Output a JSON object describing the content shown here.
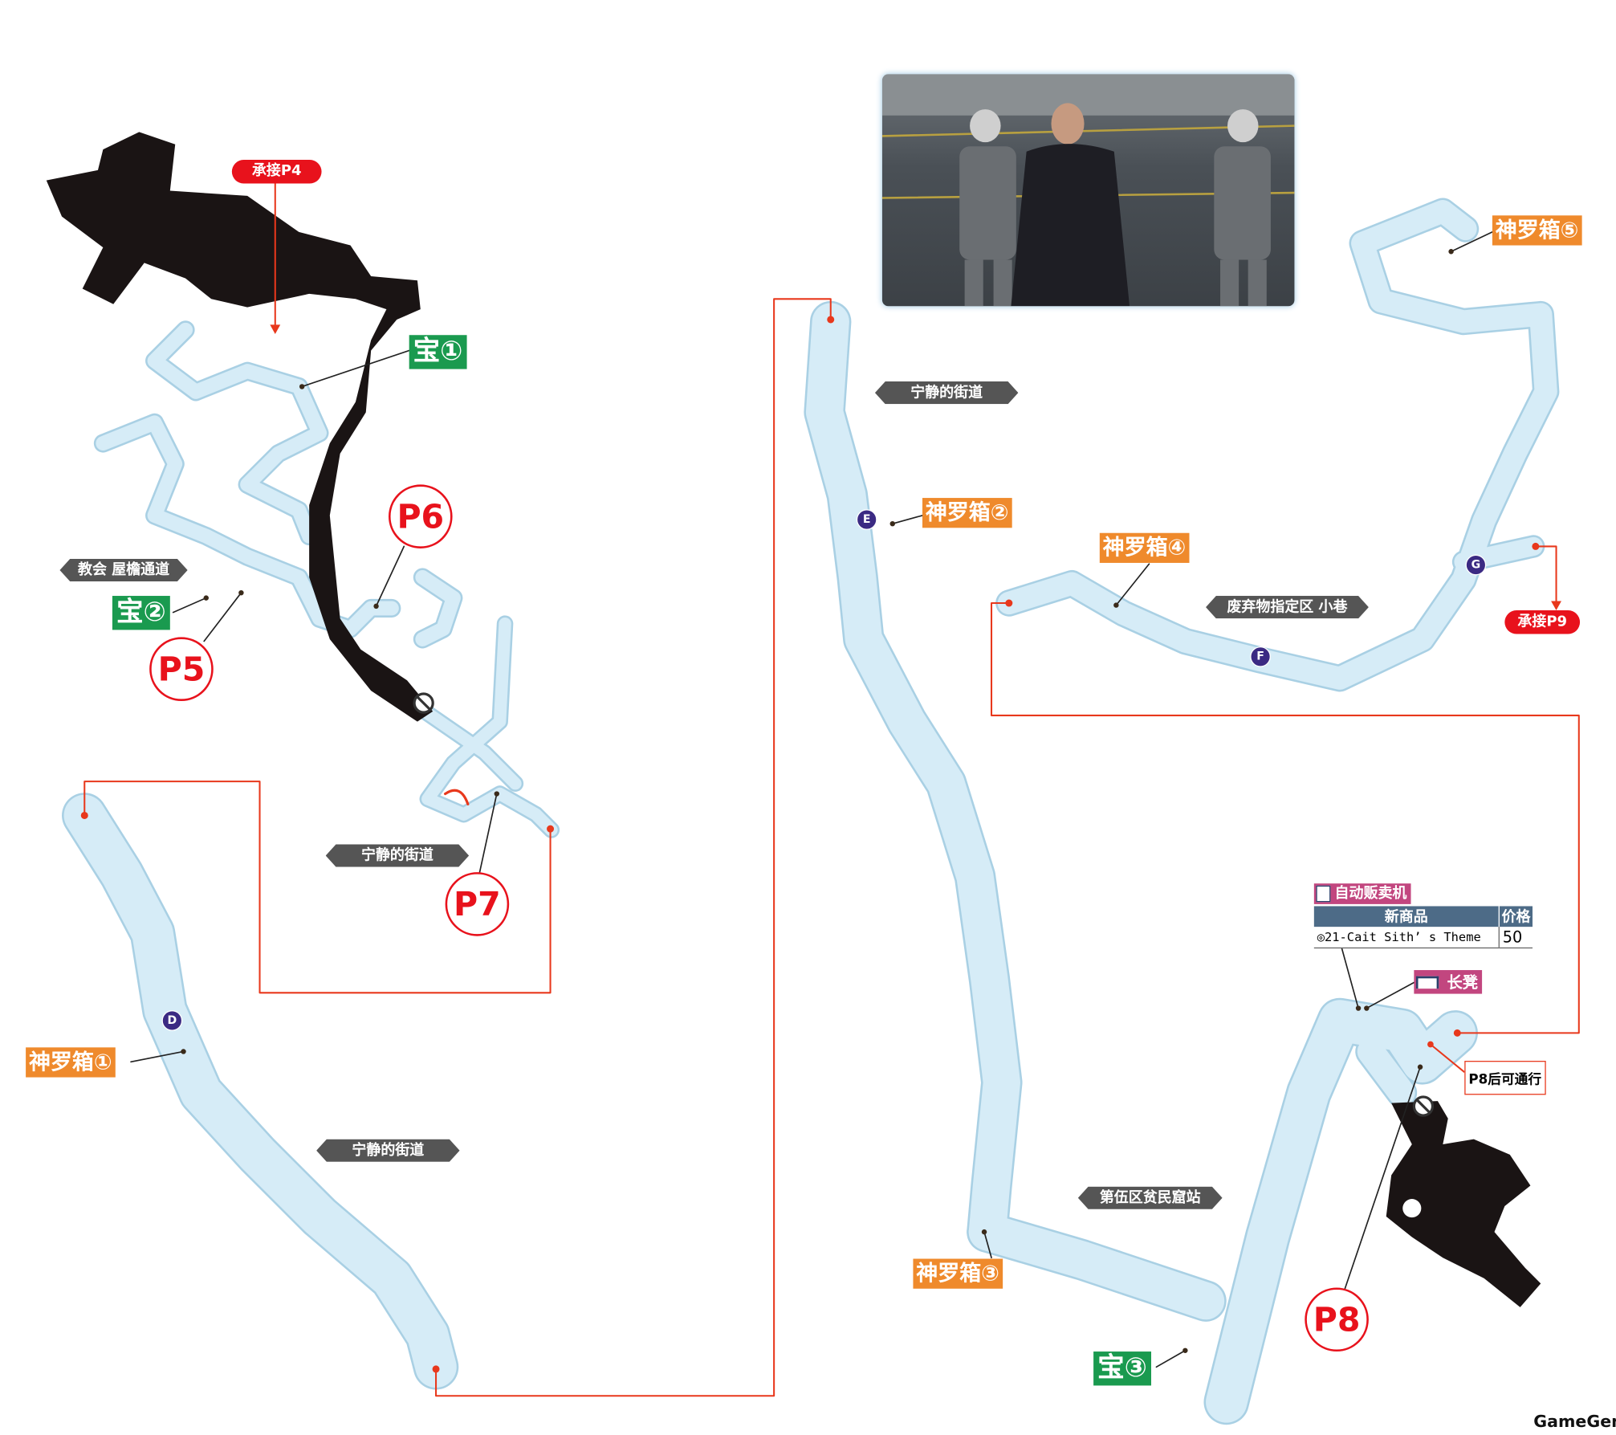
{
  "connectors": {
    "from_p4": "承接P4",
    "to_p9": "承接P9"
  },
  "treasures": [
    "宝①",
    "宝②",
    "宝③"
  ],
  "story_points": [
    "P5",
    "P6",
    "P7",
    "P8"
  ],
  "area_labels": {
    "church_eaves": "教会 屋檐通道",
    "quiet_street_1": "宁静的街道",
    "quiet_street_2": "宁静的街道",
    "quiet_street_3": "宁静的街道",
    "waste_alley": "废弃物指定区 小巷",
    "sector5_station": "第伍区贫民窟站"
  },
  "shinra_boxes": [
    "神罗箱①",
    "神罗箱②",
    "神罗箱③",
    "神罗箱④",
    "神罗箱⑤"
  ],
  "markers": [
    "D",
    "E",
    "F",
    "G"
  ],
  "vending": {
    "title": "自动贩卖机",
    "col_item": "新商品",
    "col_price": "价格",
    "item": "21-Cait Sith’ s Theme",
    "price": "50"
  },
  "bench": "长凳",
  "after_p8": "P8后可通行",
  "watermark": "GameGene",
  "colors": {
    "walkable": "#d6ecf7",
    "route": "#e8381c",
    "blocked": "#1a1414"
  }
}
